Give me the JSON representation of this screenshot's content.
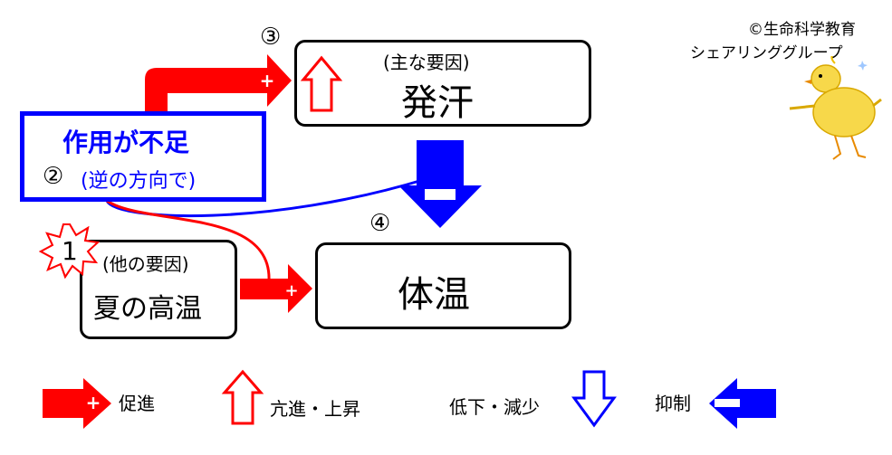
{
  "copyright": {
    "line1": "©生命科学教育",
    "line2": "シェアリンググループ"
  },
  "nodes": {
    "sweat": {
      "number": "③",
      "sub": "(主な要因)",
      "label": "発汗"
    },
    "deficiency": {
      "title": "作用が不足",
      "number": "②",
      "sub": "(逆の方向で)"
    },
    "temp": {
      "number": "④",
      "label": "体温"
    },
    "heat": {
      "number": "1",
      "sub": "(他の要因)",
      "label": "夏の高温"
    }
  },
  "legend": {
    "promote": "促進",
    "enhance": "亢進・上昇",
    "decrease": "低下・減少",
    "inhibit": "抑制"
  },
  "colors": {
    "red": "#ff0000",
    "blue": "#0000ff",
    "deficiency_border": "#0000ff"
  }
}
